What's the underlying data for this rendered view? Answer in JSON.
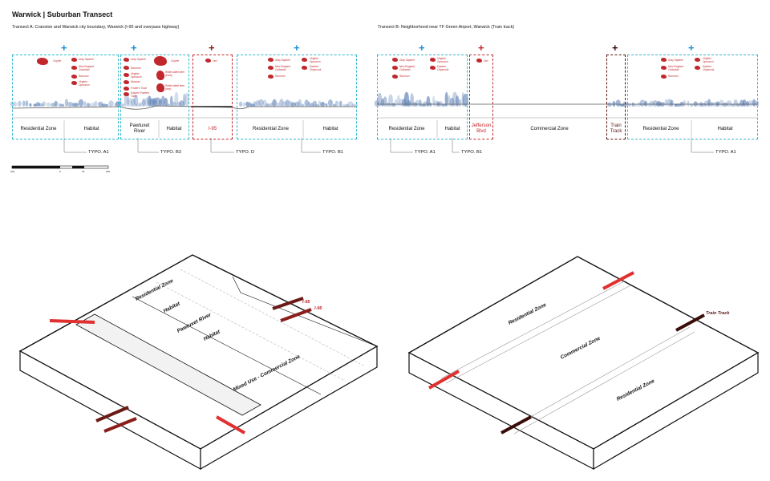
{
  "title": "Warwick | Suburban Transect",
  "transect_a": {
    "subtitle": "Transect A: Cranston and Warwick city boundary, Warwick (I-95 and overpass highway)",
    "zones": [
      "Residential Zone",
      "Habitat",
      "Pawtuxet River",
      "Habitat",
      "I-95",
      "Residential Zone",
      "Habitat"
    ],
    "typos": [
      "TYPO. A1",
      "TYPO. B2",
      "TYPO. D",
      "TYPO. B1"
    ],
    "signs": [
      "+",
      "+",
      "+",
      "+"
    ],
    "animals_1": [
      "Coyote",
      "Gray Squirrel",
      "New England Cottontail",
      "Raccoon",
      "Virginia Opossum"
    ],
    "animals_2": [
      "Gray Squirrel",
      "Raccoon",
      "Virginia Opossum",
      "Muskrat",
      "Fowler's Toad",
      "Eastern Painted Turtle",
      "Coyote",
      "White-tailed deer (buck)",
      "White-tailed deer (doe)"
    ],
    "animals_3": [
      "Owl"
    ],
    "animals_4": [
      "Gray Squirrel",
      "New England Cottontail",
      "Raccoon",
      "Virginia Opossum",
      "Eastern Chipmunk"
    ]
  },
  "transect_b": {
    "subtitle": "Transect B: Neighborhood near TF Green Airport, Warwick (Train track)",
    "zones": [
      "Residential Zone",
      "Habitat",
      "Jefferson Blvd",
      "Commercial Zone",
      "Train Track",
      "Residential Zone",
      "Habitat"
    ],
    "typos": [
      "TYPO. A1",
      "TYPO. B1",
      "TYPO. A1"
    ],
    "signs": [
      "+",
      "+",
      "+",
      "+"
    ],
    "animals_1": [
      "Gray Squirrel",
      "New England Cottontail",
      "Raccoon",
      "Virginia Opossum",
      "Eastern Chipmunk"
    ],
    "animals_2": [
      "Owl"
    ],
    "animals_3": [
      "Gray Squirrel",
      "New England Cottontail",
      "Raccoon",
      "Virginia Opossum",
      "Eastern Chipmunk"
    ]
  },
  "scale": [
    "100",
    "0",
    "75",
    "150"
  ],
  "iso_a": {
    "labels": [
      "Residential Zone",
      "Habitat",
      "Pawtuxet River",
      "Habitat",
      "Mixed Use - Commercial Zone"
    ],
    "road_labels": [
      "I-95",
      "I-95"
    ]
  },
  "iso_b": {
    "labels": [
      "Residential Zone",
      "Commercial Zone",
      "Residential Zone"
    ],
    "road_labels": [
      "Train Track"
    ]
  },
  "colors": {
    "habitat": "#33b8cc",
    "barrier": "#c0282d",
    "dark_barrier": "#5a1410",
    "plus_blue": "#1e8fd8",
    "tree": "#5a7fb5"
  }
}
